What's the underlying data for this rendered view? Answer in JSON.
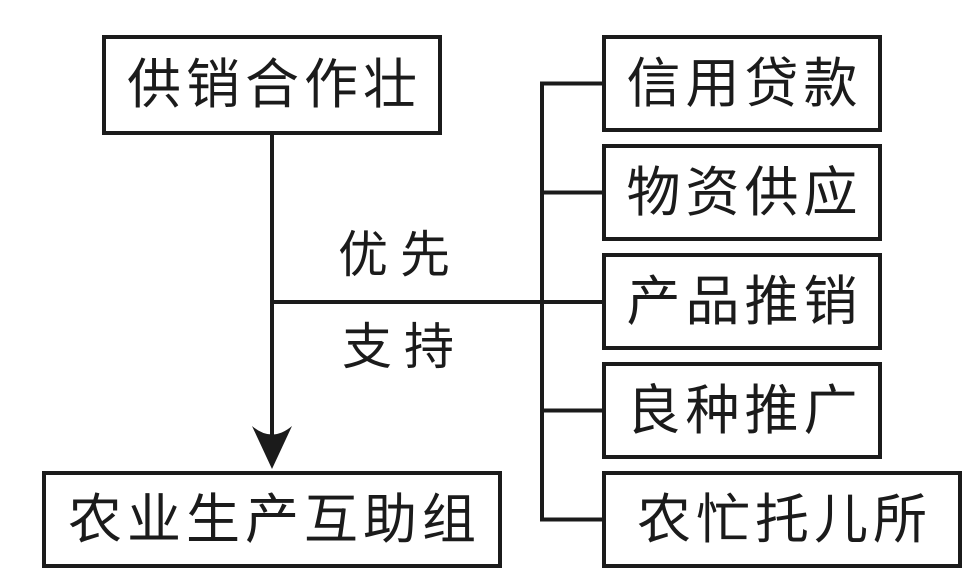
{
  "diagram": {
    "background_color": "#ffffff",
    "stroke_color": "#1b1b1b",
    "root_box": {
      "label": "供销合作壮"
    },
    "edge": {
      "label_top": "优先",
      "label_bottom": "支持"
    },
    "result_box": {
      "label": "农业生产互助组"
    },
    "branch_boxes": [
      {
        "label": "信用贷款"
      },
      {
        "label": "物资供应"
      },
      {
        "label": "产品推销"
      },
      {
        "label": "良种推广"
      },
      {
        "label": "农忙托儿所"
      }
    ]
  }
}
